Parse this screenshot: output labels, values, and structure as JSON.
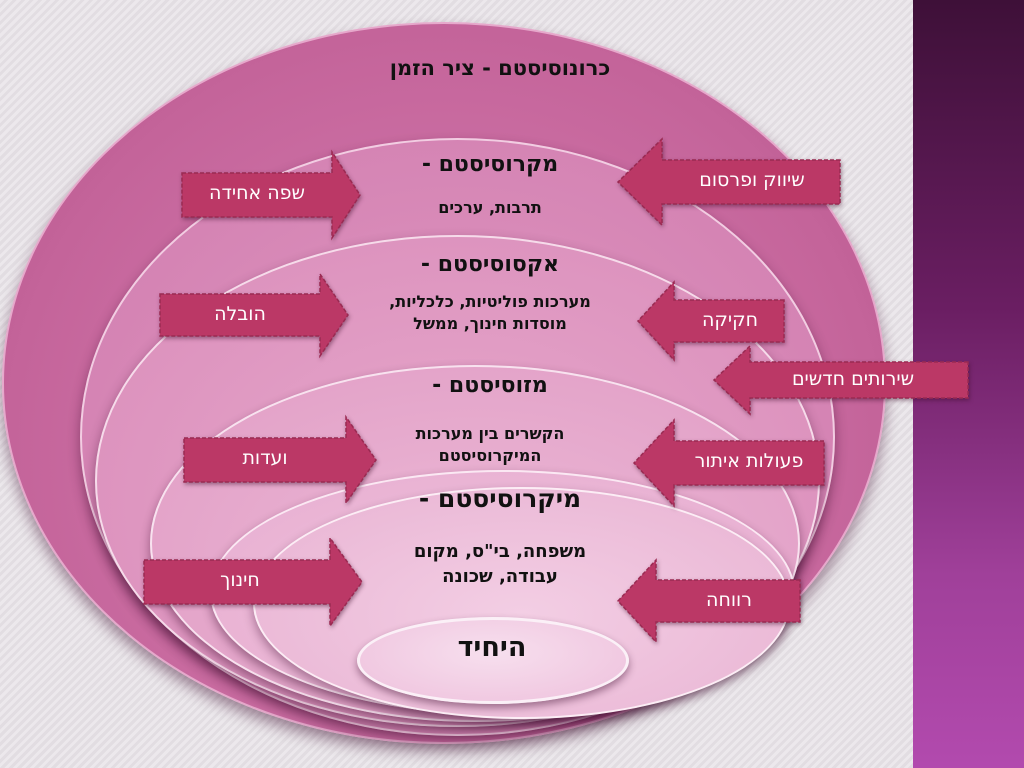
{
  "title": "כרונוסיסטם - ציר הזמן",
  "colors": {
    "arrow_fill": "#bb3866",
    "arrow_border": "#9a2a52",
    "sidebar": "#6a1e62"
  },
  "layers": {
    "macro": {
      "heading": "מקרוסיסטם -",
      "detail": "תרבות, ערכים"
    },
    "exo": {
      "heading": "אקסוסיסטם -",
      "detail_line1": "מערכות פוליטיות, כלכליות,",
      "detail_line2": "מוסדות חינוך, ממשל"
    },
    "meso": {
      "heading": "מזוסיסטם -",
      "detail_line1": "הקשרים בין מערכות",
      "detail_line2": "המיקרוסיסטם"
    },
    "micro": {
      "heading": "מיקרוסיסטם -",
      "detail_line1": "משפחה, בי\"ס, מקום",
      "detail_line2": "עבודה, שכונה"
    },
    "individual": {
      "label": "היחיד"
    }
  },
  "arrows": {
    "shared_language": "שפה אחידה",
    "leadership": "הובלה",
    "committees": "ועדות",
    "education": "חינוך",
    "marketing": "שיווק ופרסום",
    "legislation": "חקיקה",
    "new_services": "שירותים חדשים",
    "outreach": "פעולות איתור",
    "welfare": "רווחה"
  }
}
